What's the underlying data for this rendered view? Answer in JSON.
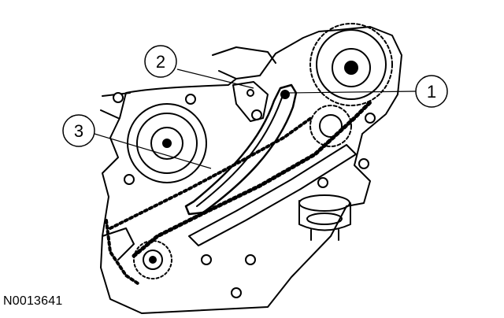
{
  "figure": {
    "id": "N0013641",
    "callouts": [
      {
        "number": "1"
      },
      {
        "number": "2"
      },
      {
        "number": "3"
      }
    ]
  },
  "colors": {
    "ink": "#000000",
    "paper": "#ffffff"
  }
}
